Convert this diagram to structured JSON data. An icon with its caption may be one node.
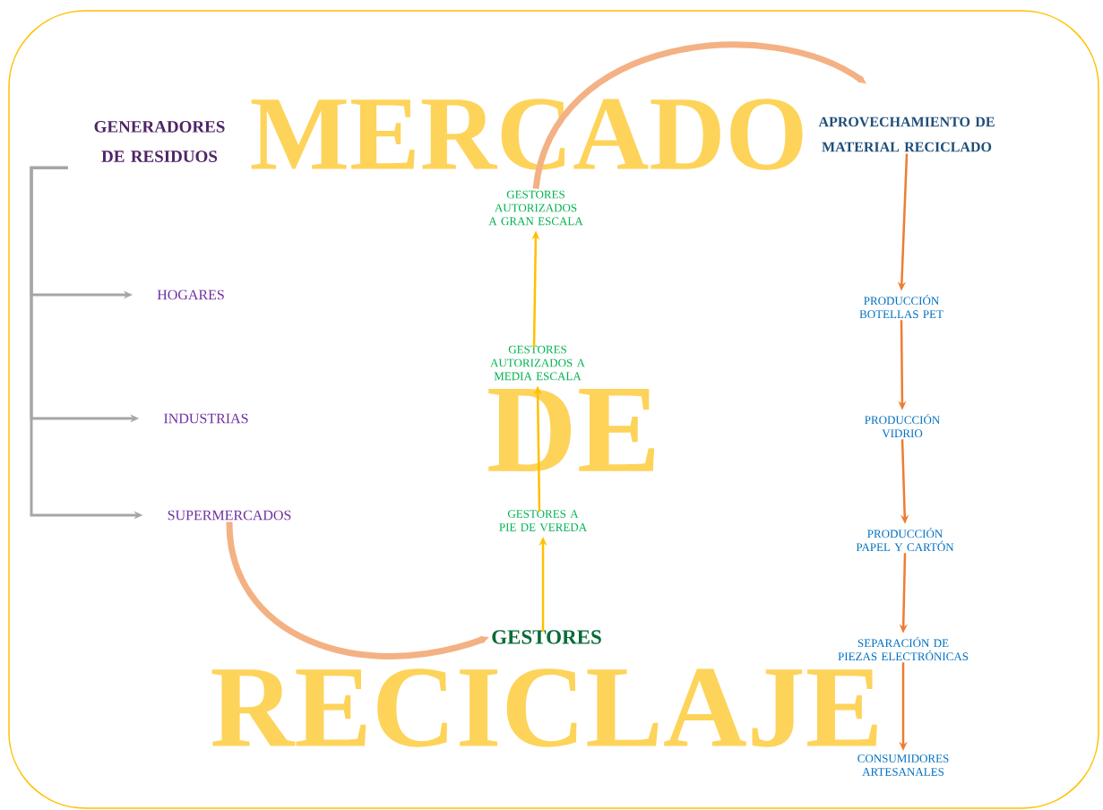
{
  "diagram": {
    "nodes": [
      {
        "text": [
          "GENERADORES DE RESIDUOS"
        ]
      },
      {
        "text": [
          "HOGARES"
        ]
      },
      {
        "text": [
          "INDUSTRIAS"
        ]
      },
      {
        "text": [
          "SUPERMERCADOS"
        ]
      },
      {
        "text": [
          "GESTORES"
        ]
      },
      {
        "text": [
          "GESTORES A PIE DE VEREDA"
        ]
      },
      {
        "text": [
          "GESTORES AUTORIZADOS A MEDIA ESCALA"
        ]
      },
      {
        "text": [
          "GESTORES AUTORIZADOS A GRAN ESCALA"
        ]
      },
      {
        "text": [
          "APROVECHAMIENTO DE MATERIAL RECICLADO"
        ]
      },
      {
        "text": [
          "PRODUCCIÓN BOTELLAS PET"
        ]
      },
      {
        "text": [
          "PRODUCCIÓN VIDRIO"
        ]
      },
      {
        "text": [
          "PRODUCCIÓN PAPEL Y CARTÓN"
        ]
      },
      {
        "text": [
          "SEPARACIÓN DE PIEZAS ELECTRÓNICAS"
        ]
      },
      {
        "text": [
          "CONSUMIDORES ARTESANALES"
        ]
      }
    ],
    "edges": [
      {
        "from": 0,
        "to": 1,
        "arrow": "to",
        "color": "#a6a6a6"
      },
      {
        "from": 0,
        "to": 2,
        "arrow": "to",
        "color": "#a6a6a6"
      },
      {
        "from": 0,
        "to": 3,
        "arrow": "to",
        "color": "#a6a6a6"
      },
      {
        "from": 3,
        "to": 4,
        "arrow": "to",
        "style": "thick",
        "color": "#f4b183"
      },
      {
        "from": 4,
        "to": 5,
        "arrow": "to",
        "color": "#ffc000"
      },
      {
        "from": 5,
        "to": 6,
        "arrow": "to",
        "color": "#ffc000"
      },
      {
        "from": 6,
        "to": 7,
        "arrow": "to",
        "color": "#ffc000"
      },
      {
        "from": 7,
        "to": 8,
        "arrow": "to",
        "style": "thick",
        "color": "#f4b183"
      },
      {
        "from": 8,
        "to": 9,
        "arrow": "to"
      },
      {
        "from": 9,
        "to": 10,
        "arrow": "to"
      },
      {
        "from": 10,
        "to": 11,
        "arrow": "to"
      },
      {
        "from": 11,
        "to": 12,
        "arrow": "to"
      },
      {
        "from": 12,
        "to": 13,
        "arrow": "to"
      }
    ],
    "labels": [
      "MERCADO",
      "DE",
      "RECICLAJE"
    ]
  }
}
